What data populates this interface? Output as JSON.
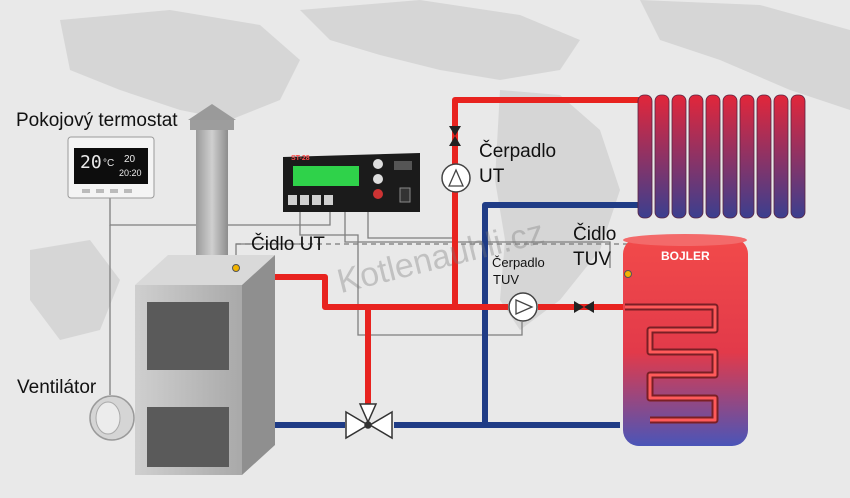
{
  "labels": {
    "room_thermostat": "Pokojový termostat",
    "fan": "Ventilátor",
    "boiler_sensor": "Čidlo UT",
    "heating_pump_line1": "Čerpadlo",
    "heating_pump_line2": "UT",
    "dhw_pump_line1": "Čerpadlo",
    "dhw_pump_line2": "TUV",
    "dhw_sensor_line1": "Čidlo",
    "dhw_sensor_line2": "TUV",
    "tank": "BOJLER",
    "watermark": "Kotlenauhli.cz"
  },
  "thermostat_display": {
    "temp": "20",
    "unit": "°C",
    "set": "20",
    "time": "20:20"
  },
  "controller": {
    "brand": "ST-28"
  },
  "colors": {
    "hot": "#e8231f",
    "cold": "#1f3c86",
    "background": "#e9e9e9",
    "boiler": "#b9b9b9"
  }
}
